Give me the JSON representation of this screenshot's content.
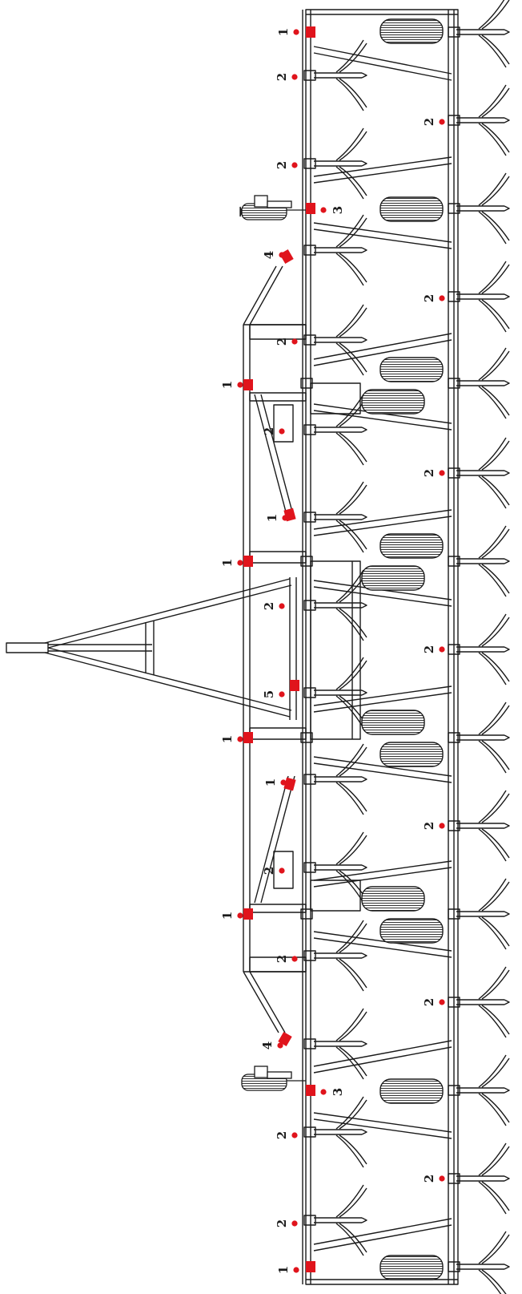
{
  "colors": {
    "line": "#1a1a1a",
    "marker": "#e0141c",
    "background": "#ffffff"
  },
  "callouts": [
    {
      "id": "c01",
      "text": "1"
    },
    {
      "id": "c02",
      "text": "2"
    },
    {
      "id": "c03",
      "text": "2"
    },
    {
      "id": "c04",
      "text": "2"
    },
    {
      "id": "c05",
      "text": "3"
    },
    {
      "id": "c06",
      "text": "4"
    },
    {
      "id": "c07",
      "text": "2"
    },
    {
      "id": "c08",
      "text": "2"
    },
    {
      "id": "c09",
      "text": "1"
    },
    {
      "id": "c10",
      "text": "2"
    },
    {
      "id": "c11",
      "text": "2"
    },
    {
      "id": "c12",
      "text": "1"
    },
    {
      "id": "c13",
      "text": "1"
    },
    {
      "id": "c14",
      "text": "2"
    },
    {
      "id": "c15",
      "text": "2"
    },
    {
      "id": "c16",
      "text": "5"
    },
    {
      "id": "c17",
      "text": "1"
    },
    {
      "id": "c18",
      "text": "1"
    },
    {
      "id": "c19",
      "text": "2"
    },
    {
      "id": "c20",
      "text": "2"
    },
    {
      "id": "c21",
      "text": "1"
    },
    {
      "id": "c22",
      "text": "2"
    },
    {
      "id": "c23",
      "text": "2"
    },
    {
      "id": "c24",
      "text": "4"
    },
    {
      "id": "c25",
      "text": "3"
    },
    {
      "id": "c26",
      "text": "2"
    },
    {
      "id": "c27",
      "text": "2"
    },
    {
      "id": "c28",
      "text": "2"
    },
    {
      "id": "c29",
      "text": "1"
    }
  ]
}
